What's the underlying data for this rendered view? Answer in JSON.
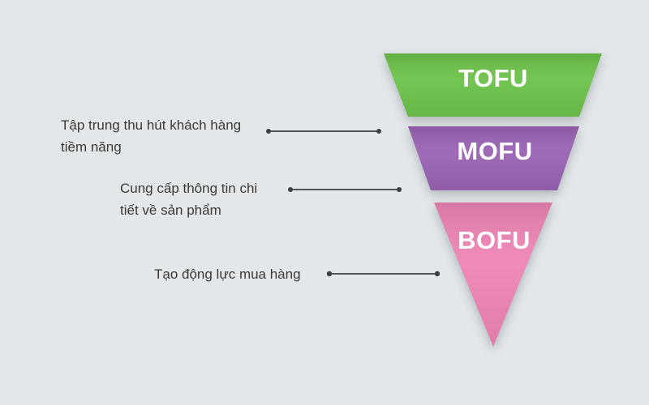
{
  "background_color": "#e3e7e9",
  "text_color": "#3a3a3a",
  "connector_color": "#3c4043",
  "funnel": {
    "stages": [
      {
        "label": "TOFU",
        "color": "#6cc24a",
        "description_line1": "Tập trung thu hút khách hàng",
        "description_line2": "tiềm năng"
      },
      {
        "label": "MOFU",
        "color": "#9a63b4",
        "description_line1": "Cung cấp thông tin chi",
        "description_line2": "tiết về sản phẩm"
      },
      {
        "label": "BOFU",
        "color": "#ee84b5",
        "description_line1": "Tạo động lực mua hàng",
        "description_line2": ""
      }
    ]
  }
}
